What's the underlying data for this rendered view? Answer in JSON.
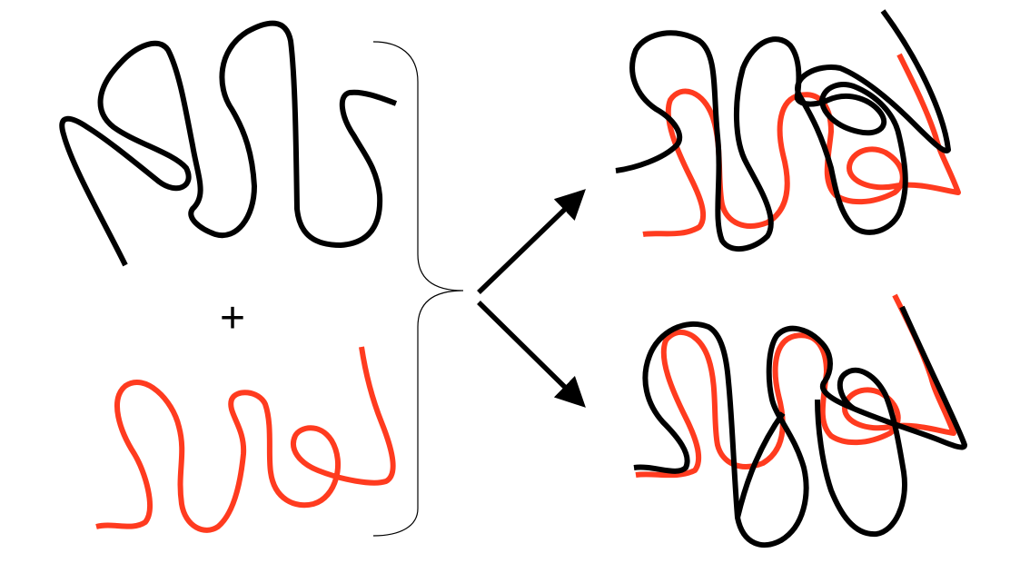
{
  "operator": {
    "symbol": "+"
  },
  "colors": {
    "chain_a": "#000000",
    "chain_b": "#ff3b1f",
    "brace": "#000000",
    "arrows": "#000000",
    "background": "#ffffff"
  },
  "figure_parts": {
    "input_chain_a": "black-polymer-chain",
    "input_chain_b": "red-polymer-chain",
    "grouping": "right-curly-brace",
    "outcomes": [
      "upper-overlapped-pair",
      "lower-overlapped-pair"
    ]
  }
}
